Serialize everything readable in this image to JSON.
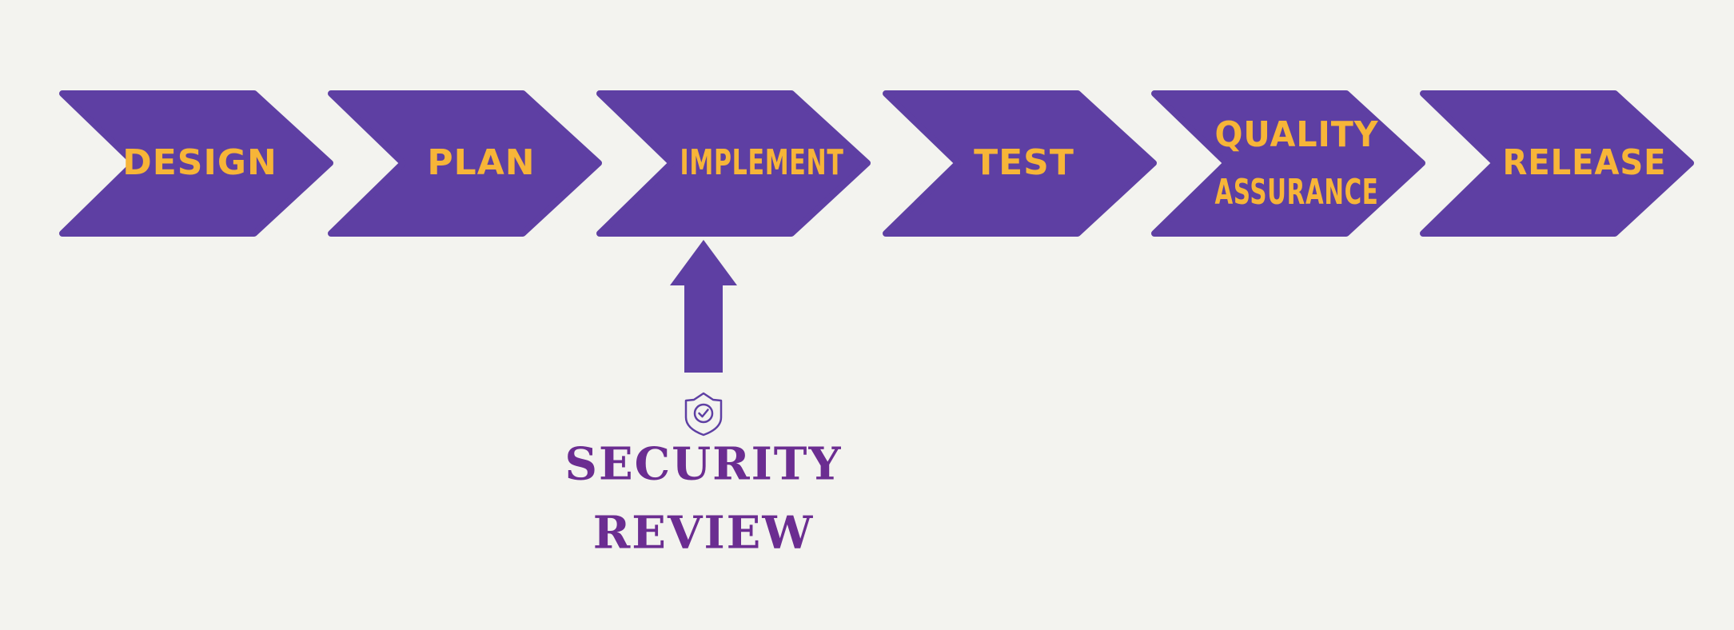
{
  "stages": [
    {
      "label": "DESIGN"
    },
    {
      "label": "PLAN"
    },
    {
      "label": "IMPLEMENT"
    },
    {
      "label": "TEST"
    },
    {
      "label_lines": [
        "QUALITY",
        "ASSURANCE"
      ]
    },
    {
      "label": "RELEASE"
    }
  ],
  "review": {
    "icon": "shield-check-icon",
    "label_lines": [
      "SECURITY",
      "REVIEW"
    ]
  },
  "colors": {
    "background": "#f3f3ef",
    "chevron": "#5e3fa3",
    "stage_text": "#f7b538",
    "review_text": "#6b2d91"
  }
}
